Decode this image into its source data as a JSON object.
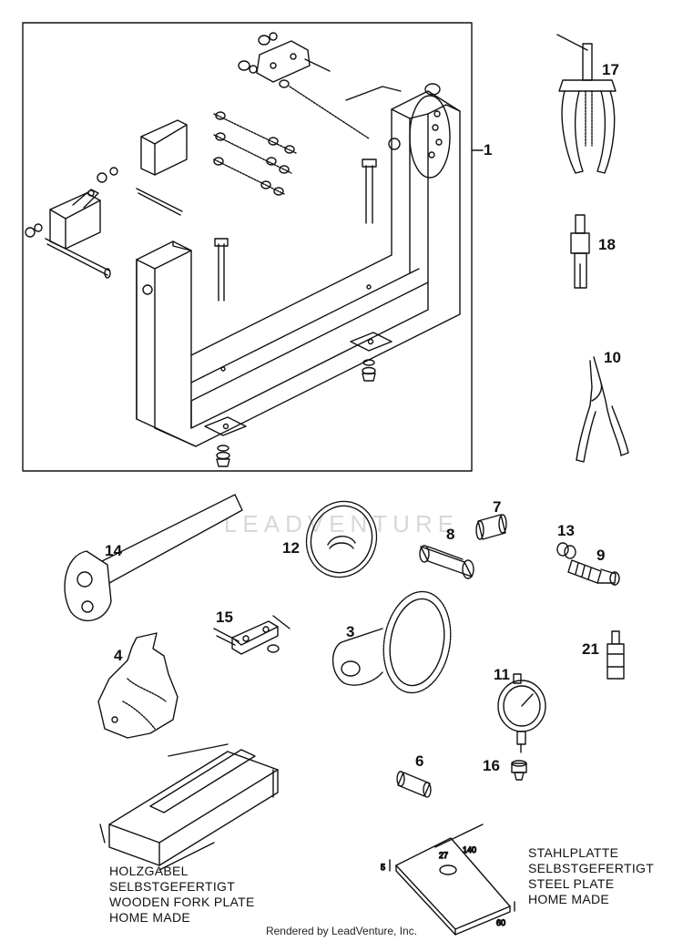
{
  "callouts": {
    "c1": "1",
    "c17": "17",
    "c18": "18",
    "c10": "10",
    "c7": "7",
    "c8": "8",
    "c13": "13",
    "c9": "9",
    "c14": "14",
    "c12": "12",
    "c15": "15",
    "c3": "3",
    "c4": "4",
    "c21": "21",
    "c11": "11",
    "c6": "6",
    "c16": "16"
  },
  "wooden_plate": {
    "lines": [
      "HOLZGABEL",
      "SELBSTGEFERTIGT",
      "WOODEN FORK PLATE",
      "HOME MADE"
    ]
  },
  "steel_plate": {
    "lines": [
      "STAHLPLATTE",
      "SELBSTGEFERTIGT",
      "STEEL PLATE",
      "HOME MADE"
    ],
    "dim_length": "140",
    "dim_width": "60",
    "dim_thickness": "5",
    "dim_hole": "27"
  },
  "watermark": "LEADVENTURE",
  "footer": "Rendered by LeadVenture, Inc."
}
